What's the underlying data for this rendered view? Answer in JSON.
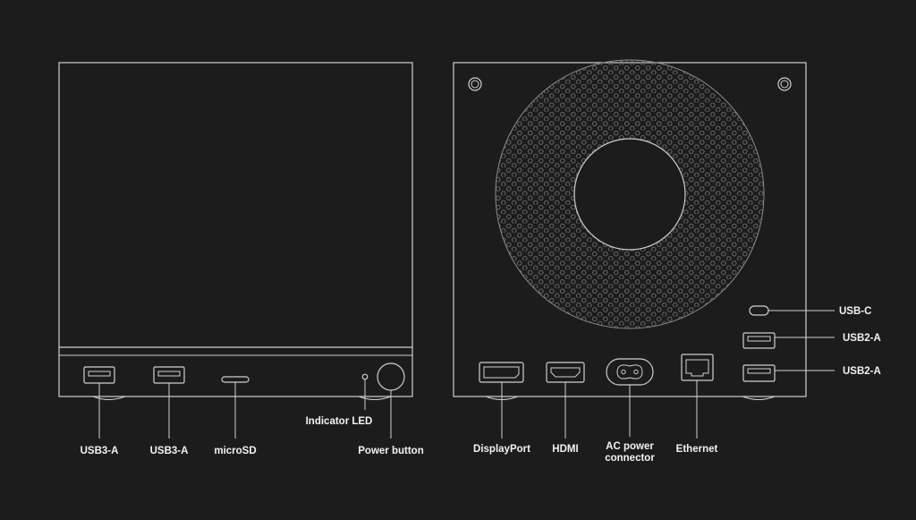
{
  "front_labels": {
    "usb3_a_1": "USB3-A",
    "usb3_a_2": "USB3-A",
    "microsd": "microSD",
    "indicator_led": "Indicator LED",
    "power_button": "Power button"
  },
  "rear_labels": {
    "displayport": "DisplayPort",
    "hdmi": "HDMI",
    "ac_power_line1": "AC power",
    "ac_power_line2": "connector",
    "ethernet": "Ethernet",
    "usb_c": "USB-C",
    "usb2_a_1": "USB2-A",
    "usb2_a_2": "USB2-A"
  },
  "colors": {
    "background": "#1c1c1c",
    "line": "#cfcfcf",
    "text": "#f2f2f2"
  }
}
